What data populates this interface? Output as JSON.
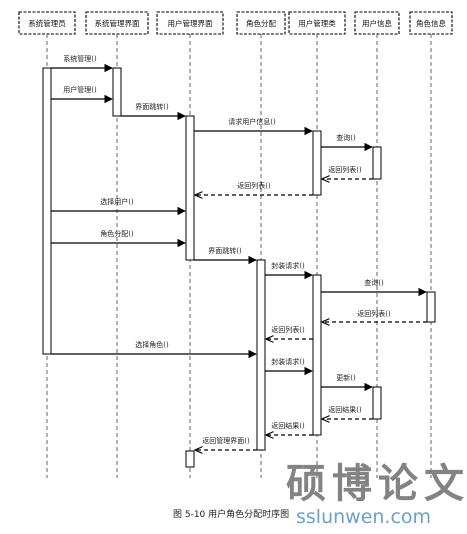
{
  "participants": [
    "系统管理员",
    "系统管理界面",
    "用户管理界面",
    "角色分配",
    "用户管理类",
    "用户信息",
    "角色信息"
  ],
  "messages": [
    {
      "text": "系统管理()",
      "kind": "call"
    },
    {
      "text": "用户管理()",
      "kind": "call"
    },
    {
      "text": "界面跳转()",
      "kind": "call"
    },
    {
      "text": "请求用户信息()",
      "kind": "call"
    },
    {
      "text": "查询()",
      "kind": "call"
    },
    {
      "text": "返回列表()",
      "kind": "return"
    },
    {
      "text": "返回列表()",
      "kind": "return"
    },
    {
      "text": "选择用户()",
      "kind": "call"
    },
    {
      "text": "角色分配()",
      "kind": "call"
    },
    {
      "text": "界面跳转()",
      "kind": "call"
    },
    {
      "text": "封装请求()",
      "kind": "call"
    },
    {
      "text": "查询()",
      "kind": "call"
    },
    {
      "text": "返回列表()",
      "kind": "return"
    },
    {
      "text": "返回列表()",
      "kind": "return"
    },
    {
      "text": "选择角色()",
      "kind": "call"
    },
    {
      "text": "封装请求()",
      "kind": "call"
    },
    {
      "text": "更新()",
      "kind": "call"
    },
    {
      "text": "返回结果()",
      "kind": "return"
    },
    {
      "text": "返回结果()",
      "kind": "return"
    },
    {
      "text": "返回管理界面()",
      "kind": "return"
    }
  ],
  "caption": "图 5-10 用户角色分配时序图",
  "watermark": {
    "text": "硕博论文网",
    "url": "sslunwen.com"
  }
}
